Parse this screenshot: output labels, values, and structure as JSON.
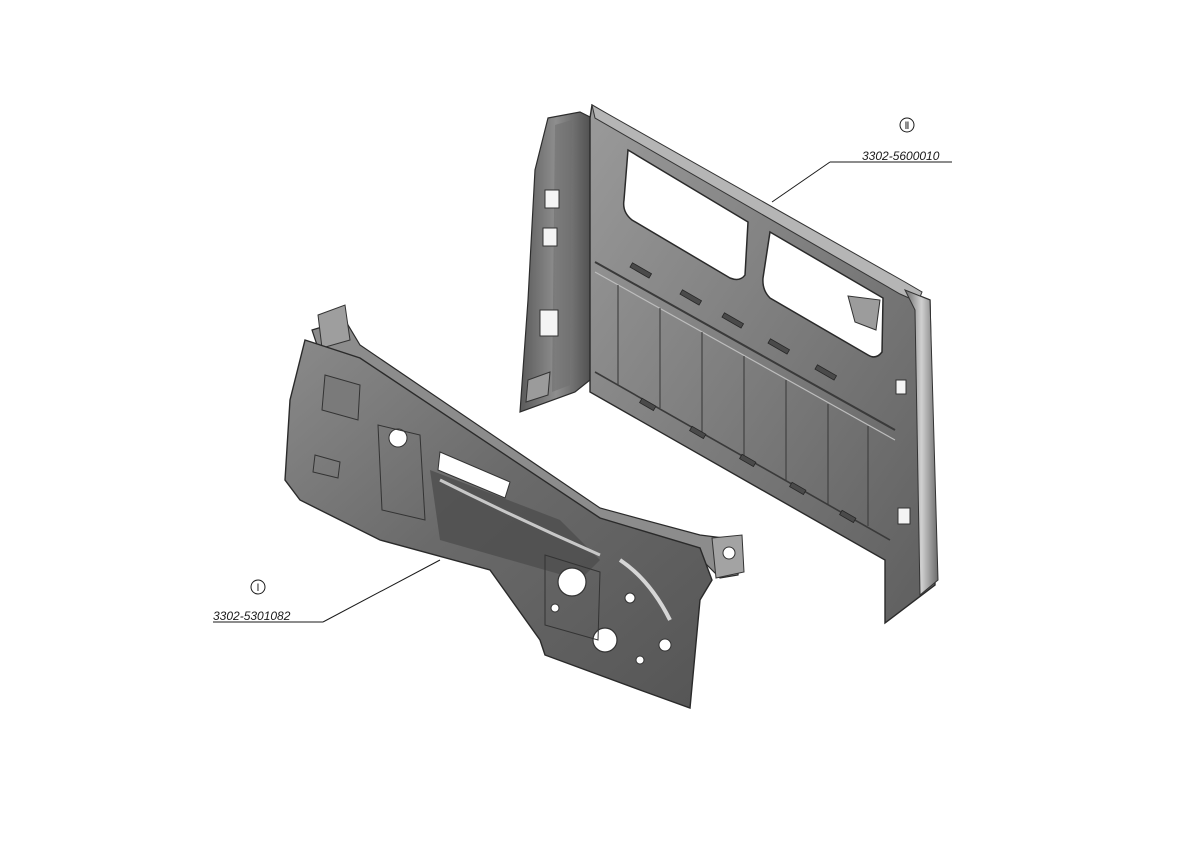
{
  "parts": [
    {
      "marker": "Ⅰ",
      "part_number": "3302-5301082"
    },
    {
      "marker": "Ⅱ",
      "part_number": "3302-5600010"
    }
  ]
}
